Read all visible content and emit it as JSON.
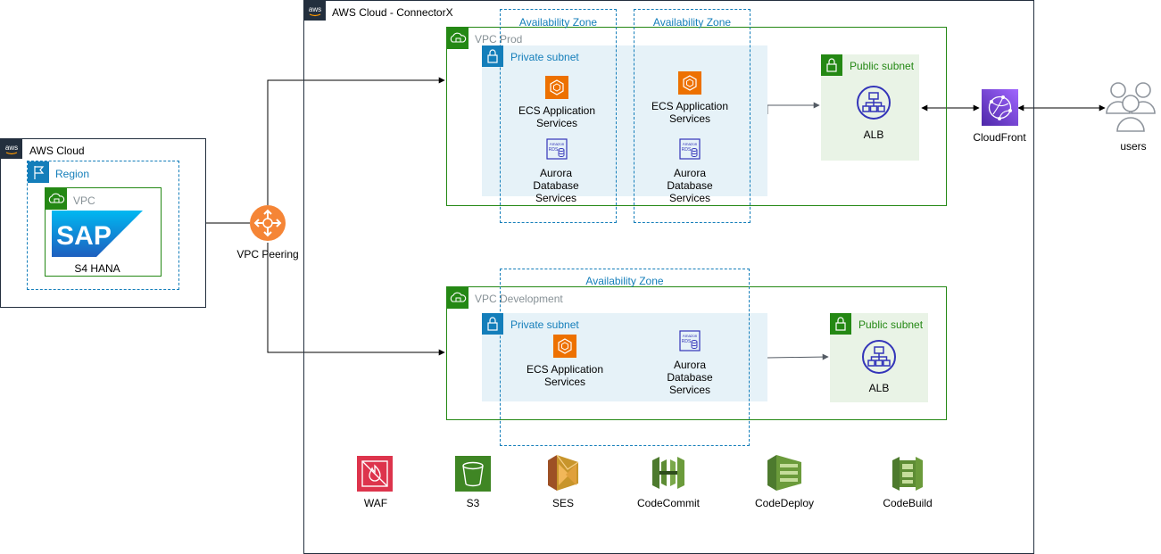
{
  "groups": {
    "aws_cloud_left": "AWS Cloud",
    "region": "Region",
    "vpc_left": "VPC",
    "aws_cloud_right": "AWS Cloud - ConnectorX",
    "az_prod_1": "Availability Zone",
    "az_prod_2": "Availability Zone",
    "vpc_prod": "VPC Prod",
    "private_subnet_prod": "Private subnet",
    "public_subnet_prod": "Public subnet",
    "az_dev": "Availability Zone",
    "vpc_dev": "VPC Development",
    "private_subnet_dev": "Private subnet",
    "public_subnet_dev": "Public subnet"
  },
  "nodes": {
    "sap_logo": "SAP",
    "s4hana": "S4 HANA",
    "vpc_peering": "VPC Peering",
    "ecs_prod_1": [
      "ECS Application",
      "Services"
    ],
    "ecs_prod_2": [
      "ECS Application",
      "Services"
    ],
    "aurora_prod_1": [
      "Aurora",
      "Database",
      "Services"
    ],
    "aurora_prod_2": [
      "Aurora",
      "Database",
      "Services"
    ],
    "alb_prod": "ALB",
    "cloudfront": "CloudFront",
    "users": "users",
    "ecs_dev": [
      "ECS Application",
      "Services"
    ],
    "aurora_dev": [
      "Aurora",
      "Database",
      "Services"
    ],
    "alb_dev": "ALB",
    "waf": "WAF",
    "s3": "S3",
    "ses": "SES",
    "codecommit": "CodeCommit",
    "codedeploy": "CodeDeploy",
    "codebuild": "CodeBuild"
  },
  "colors": {
    "aws_dark": "#232f3e",
    "group_blue": "#147eba",
    "group_green": "#248814",
    "private_fill": "#e6f2f8",
    "public_fill": "#e9f3e6",
    "compute_orange": "#ed7100",
    "database_purple": "#3334b9",
    "network_purple": "#8c4fff",
    "security_red": "#dd344c",
    "storage_green": "#3f8624",
    "ses_tan": "#c8952b",
    "devtools_green": "#4d7a2e",
    "peering_orange": "#f58536"
  },
  "edges": [
    {
      "from": "sap_vpc",
      "to": "vpc_peering",
      "style": "line"
    },
    {
      "from": "vpc_peering",
      "to": "vpc_prod",
      "style": "arrow"
    },
    {
      "from": "vpc_peering",
      "to": "vpc_dev",
      "style": "arrow"
    },
    {
      "from": "private_subnet_prod",
      "to": "alb_prod",
      "style": "arrow"
    },
    {
      "from": "alb_prod",
      "to": "cloudfront",
      "style": "double-arrow"
    },
    {
      "from": "cloudfront",
      "to": "users",
      "style": "double-arrow"
    },
    {
      "from": "private_subnet_dev",
      "to": "alb_dev",
      "style": "arrow"
    }
  ]
}
